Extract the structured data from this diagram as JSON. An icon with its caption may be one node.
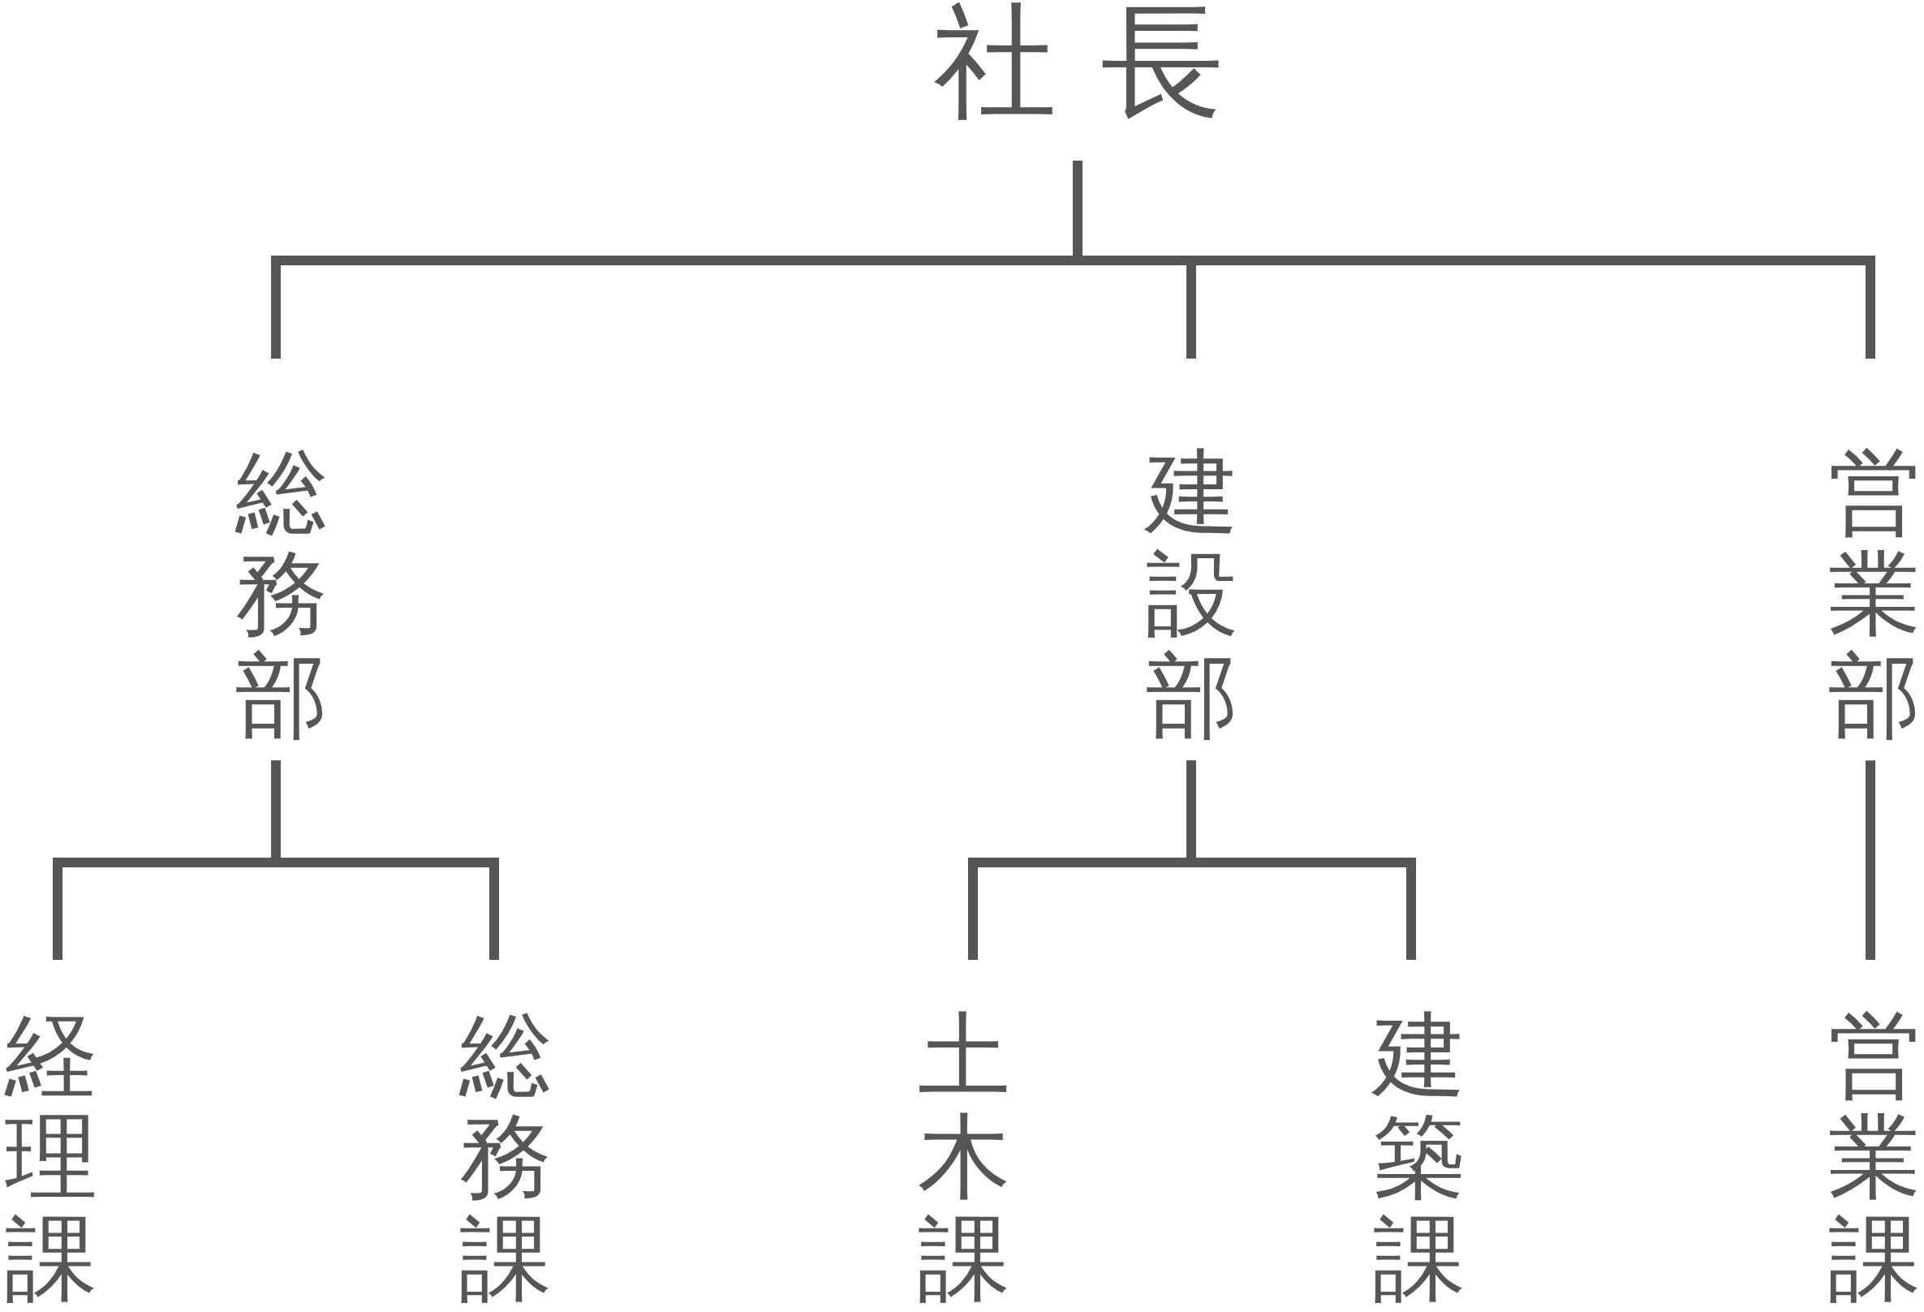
{
  "diagram": {
    "nodes": [
      {
        "text": [
          "社長"
        ]
      },
      {
        "text": [
          "総務部"
        ]
      },
      {
        "text": [
          "建設部"
        ]
      },
      {
        "text": [
          "営業部"
        ]
      },
      {
        "text": [
          "経理課"
        ]
      },
      {
        "text": [
          "総務課"
        ]
      },
      {
        "text": [
          "土木課"
        ]
      },
      {
        "text": [
          "建築課"
        ]
      },
      {
        "text": [
          "営業課"
        ]
      }
    ],
    "edges": [
      {
        "from": 0,
        "to": 1,
        "arrow": "none"
      },
      {
        "from": 0,
        "to": 2,
        "arrow": "none"
      },
      {
        "from": 0,
        "to": 3,
        "arrow": "none"
      },
      {
        "from": 1,
        "to": 4,
        "arrow": "none"
      },
      {
        "from": 1,
        "to": 5,
        "arrow": "none"
      },
      {
        "from": 2,
        "to": 6,
        "arrow": "none"
      },
      {
        "from": 2,
        "to": 7,
        "arrow": "none"
      },
      {
        "from": 3,
        "to": 8,
        "arrow": "none"
      }
    ]
  }
}
